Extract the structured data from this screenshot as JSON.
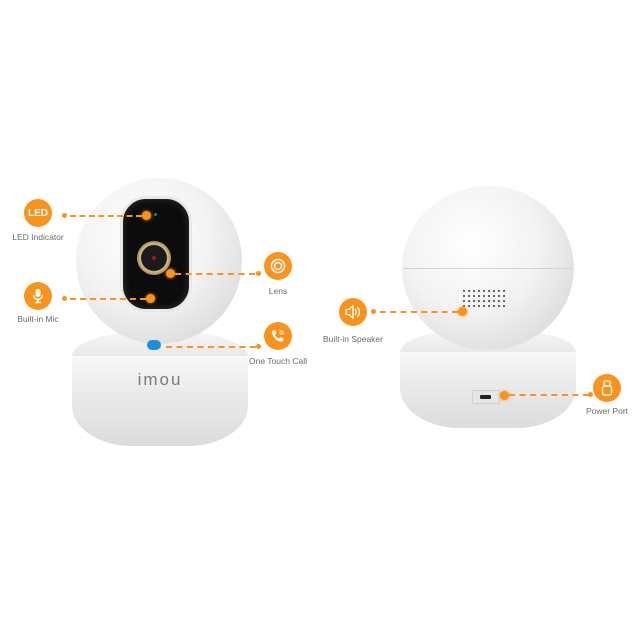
{
  "accent_color": "#f7931e",
  "brand": {
    "logo_text": "imou"
  },
  "front_view": {
    "callouts": [
      {
        "id": "led",
        "icon": "led-text-icon",
        "icon_text": "LED",
        "label": "LED Indicator"
      },
      {
        "id": "mic",
        "icon": "microphone-icon",
        "label": "Built-in Mic"
      },
      {
        "id": "lens",
        "icon": "lens-icon",
        "label": "Lens"
      },
      {
        "id": "call",
        "icon": "phone-call-icon",
        "label": "One Touch Call"
      }
    ]
  },
  "back_view": {
    "callouts": [
      {
        "id": "speaker",
        "icon": "speaker-icon",
        "label": "Built-in Speaker"
      },
      {
        "id": "power",
        "icon": "usb-plug-icon",
        "label": "Power Port"
      }
    ]
  }
}
